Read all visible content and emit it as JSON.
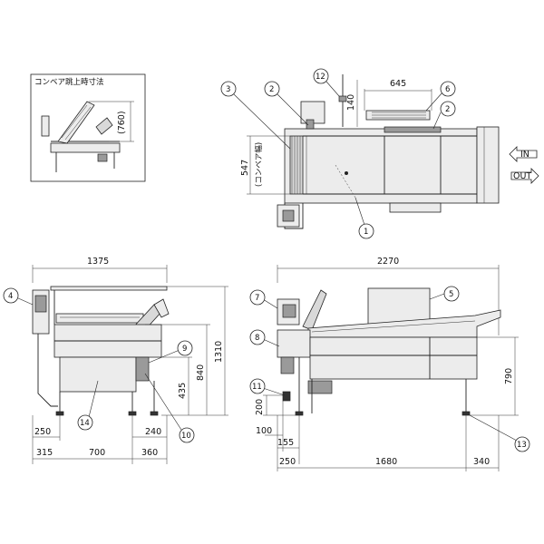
{
  "inset": {
    "title": "コンベア跳上時寸法",
    "height": "(760)"
  },
  "top_view": {
    "width_645": "645",
    "height_140": "140",
    "conveyor_width": "547",
    "conveyor_note": "(コンベア幅)",
    "in_label": "IN",
    "out_label": "OUT"
  },
  "left_view": {
    "overall_width": "1375",
    "overall_height": "1310",
    "h_840": "840",
    "h_435": "435",
    "w_250": "250",
    "w_240": "240",
    "w_315": "315",
    "w_700": "700",
    "w_360": "360"
  },
  "front_view": {
    "overall_width": "2270",
    "h_790": "790",
    "h_200": "200",
    "w_100": "100",
    "w_155": "155",
    "w_250": "250",
    "w_1680": "1680",
    "w_340": "340"
  },
  "callouts": {
    "c1": "1",
    "c2a": "2",
    "c2b": "2",
    "c3": "3",
    "c4": "4",
    "c5": "5",
    "c6": "6",
    "c7": "7",
    "c8": "8",
    "c9": "9",
    "c10": "10",
    "c11": "11",
    "c12": "12",
    "c13": "13",
    "c14": "14"
  }
}
